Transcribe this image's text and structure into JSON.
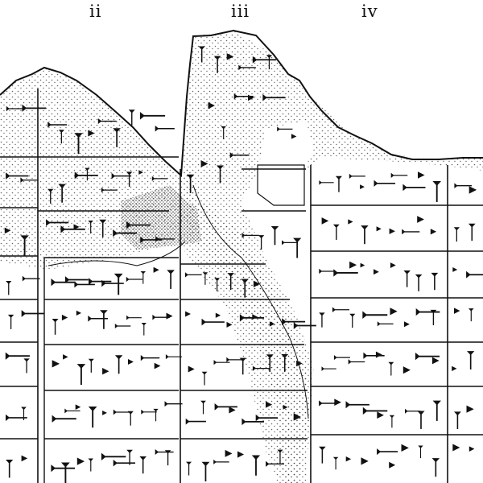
{
  "columns": {
    "ii": "ii",
    "iii": "iii",
    "iv": "iv"
  },
  "colors": {
    "ink": "#111111",
    "paper": "#ffffff"
  },
  "drawing": {
    "type": "cuneiform tablet line drawing",
    "icon": "cuneiform-sign-icon"
  }
}
